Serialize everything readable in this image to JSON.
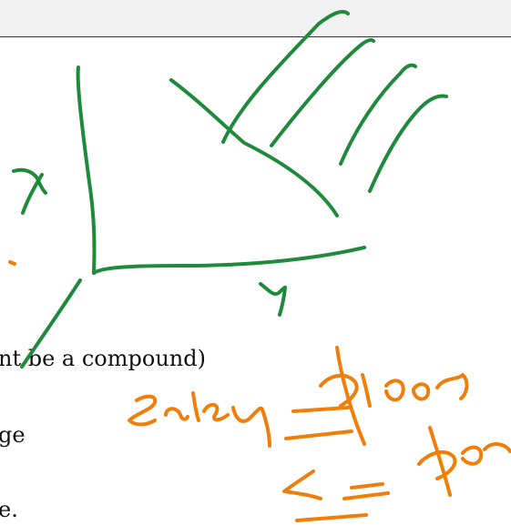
{
  "document": {
    "lines": [
      "nt be a compound)",
      "ge",
      "e."
    ]
  },
  "ink_colors": {
    "green": "#1f8a3b",
    "orange": "#f07f0a"
  }
}
